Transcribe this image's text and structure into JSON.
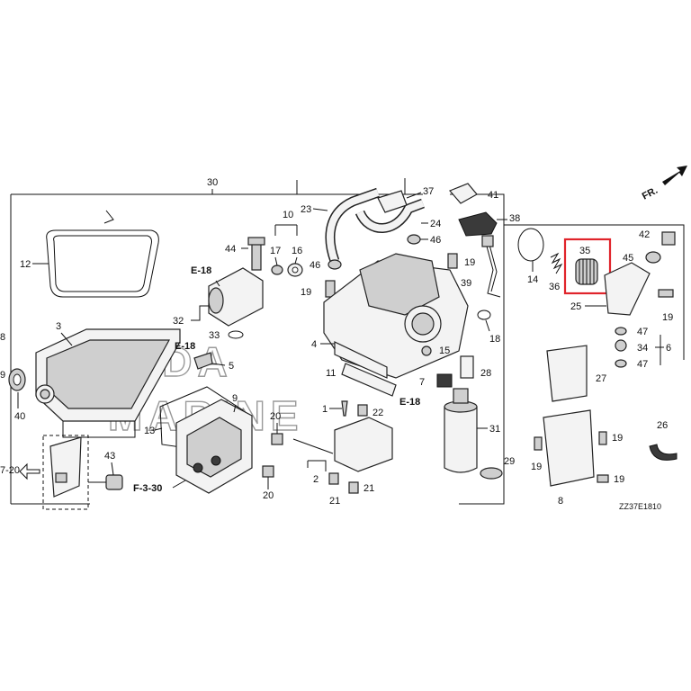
{
  "labels": {
    "l1": "1",
    "l2": "2",
    "l3": "3",
    "l4": "4",
    "l5": "5",
    "l6": "6",
    "l7": "7",
    "l8": "8",
    "l9": "9",
    "l10": "10",
    "l11": "11",
    "l12": "12",
    "l13": "13",
    "l14": "14",
    "l15": "15",
    "l16": "16",
    "l17": "17",
    "l18": "18",
    "l19": "19",
    "l20": "20",
    "l21": "21",
    "l22": "22",
    "l23": "23",
    "l24": "24",
    "l25": "25",
    "l26": "26",
    "l27": "27",
    "l28": "28",
    "l29": "29",
    "l30": "30",
    "l31": "31",
    "l32": "32",
    "l33": "33",
    "l34": "34",
    "l35": "35",
    "l36": "36",
    "l37": "37",
    "l38": "38",
    "l39": "39",
    "l40": "40",
    "l41": "41",
    "l42": "42",
    "l43": "43",
    "l44": "44",
    "l45": "45",
    "l46": "46",
    "l47": "47",
    "e18": "E-18",
    "f330": "F-3-30",
    "f720": "7-20",
    "fr": "FR.",
    "code": "ZZ37E1810",
    "watermark": "HONDA",
    "watermark2": "MARINE"
  },
  "colors": {
    "highlight": "#e0242b",
    "watermark": "#9a9a9a"
  }
}
